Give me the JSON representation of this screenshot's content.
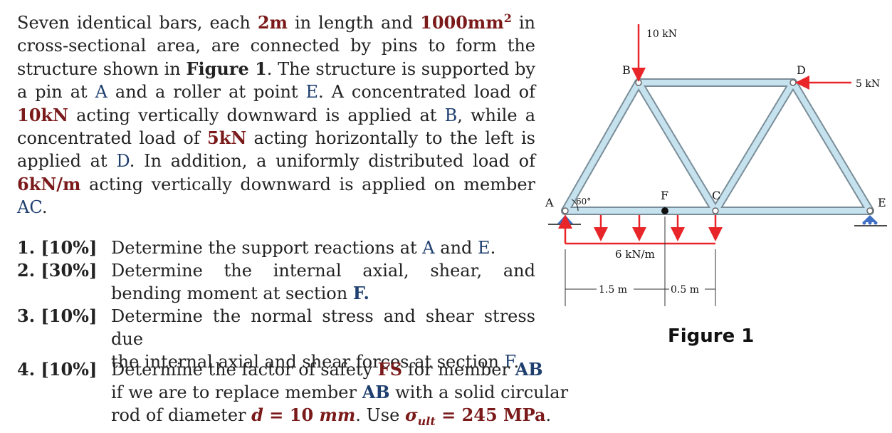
{
  "problem": {
    "p1": "Seven identical bars, each ",
    "len": "2m",
    "p2": " in length and ",
    "area": "1000mm",
    "area_sup": "2",
    "p3": " in cross-sectional area, are connected by pins to form the structure shown in ",
    "fig_ref": "Figure 1",
    "p4": ". The structure is supported by a pin at ",
    "ptA": "A",
    "p5": " and a roller at point ",
    "ptE": "E",
    "p6": ". A concentrated load of ",
    "load1": "10kN",
    "p7": " acting vertically downward is applied at ",
    "ptB": "B",
    "p8": ", while a concentrated load of ",
    "load2": "5kN",
    "p9": " acting horizontally to the left is applied at ",
    "ptD": "D",
    "p10": ". In addition, a uniformly distributed load of ",
    "load3": "6kN/m",
    "p11": " acting vertically downward is applied on member ",
    "mAC": "AC",
    "p12": "."
  },
  "tasks": [
    {
      "num": "1. [10%]",
      "a": "Determine the support reactions at ",
      "b": "A",
      "c": " and ",
      "d": "E",
      "e": "."
    },
    {
      "num": "2. [30%]",
      "line1": "Determine the internal axial, shear, and",
      "line2a": "bending moment at section ",
      "line2b": "F."
    },
    {
      "num": "3. [10%]",
      "line1": "Determine the normal stress  and shear stress due",
      "line2a": "the internal axial and shear forces at section ",
      "line2b": "F",
      "line2c": "."
    },
    {
      "num": "4. [10%]",
      "l1a": "Determine the factor of safety ",
      "l1b": "FS",
      "l1c": " for member ",
      "l1d": "AB",
      "l2a": "if we are to replace member ",
      "l2b": "AB",
      "l2c": " with a solid circular",
      "l3a": "rod of diameter ",
      "l3b": "d",
      "l3c": " = 10 ",
      "l3d": "mm",
      "l3e": ". Use ",
      "l3f": "σ",
      "l3g": "ult",
      "l3h": " = 245 MPa",
      "l3i": "."
    }
  ],
  "figure": {
    "caption": "Figure 1",
    "labels": {
      "A": "A",
      "B": "B",
      "C": "C",
      "D": "D",
      "E": "E",
      "F": "F"
    },
    "angle": "60°",
    "load_B": "10 kN",
    "load_D": "5 kN",
    "udl": "6 kN/m",
    "dim1": "1.5 m",
    "dim2": "0.5 m"
  },
  "colors": {
    "bar_fill": "#c6e2ef",
    "bar_edge": "#7a8e99",
    "load": "#e8262a",
    "accent_red": "#7b1a1a",
    "accent_blue": "#1f3f6e",
    "support": "#3e6fc4"
  }
}
